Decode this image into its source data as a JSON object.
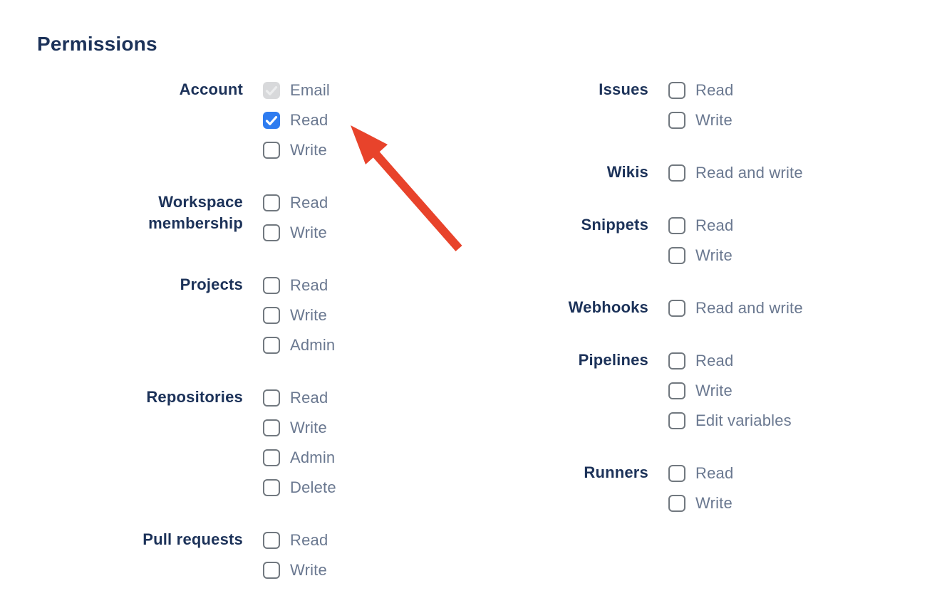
{
  "heading": "Permissions",
  "colors": {
    "heading": "#1C3259",
    "group_label": "#1C3259",
    "option_label": "#6A7890",
    "checkbox_border": "#71787F",
    "checkbox_checked_bg": "#2E7CF0",
    "checkbox_checked_check": "#FFFFFF",
    "checkbox_disabled_bg": "#D8D9DB",
    "checkbox_disabled_check": "#ECEDEE",
    "arrow": "#E8432B",
    "background": "#FFFFFF"
  },
  "columns": [
    {
      "groups": [
        {
          "label": "Account",
          "options": [
            {
              "label": "Email",
              "state": "checked-disabled"
            },
            {
              "label": "Read",
              "state": "checked"
            },
            {
              "label": "Write",
              "state": "unchecked"
            }
          ]
        },
        {
          "label": "Workspace membership",
          "options": [
            {
              "label": "Read",
              "state": "unchecked"
            },
            {
              "label": "Write",
              "state": "unchecked"
            }
          ]
        },
        {
          "label": "Projects",
          "options": [
            {
              "label": "Read",
              "state": "unchecked"
            },
            {
              "label": "Write",
              "state": "unchecked"
            },
            {
              "label": "Admin",
              "state": "unchecked"
            }
          ]
        },
        {
          "label": "Repositories",
          "options": [
            {
              "label": "Read",
              "state": "unchecked"
            },
            {
              "label": "Write",
              "state": "unchecked"
            },
            {
              "label": "Admin",
              "state": "unchecked"
            },
            {
              "label": "Delete",
              "state": "unchecked"
            }
          ]
        },
        {
          "label": "Pull requests",
          "options": [
            {
              "label": "Read",
              "state": "unchecked"
            },
            {
              "label": "Write",
              "state": "unchecked"
            }
          ]
        }
      ]
    },
    {
      "groups": [
        {
          "label": "Issues",
          "options": [
            {
              "label": "Read",
              "state": "unchecked"
            },
            {
              "label": "Write",
              "state": "unchecked"
            }
          ]
        },
        {
          "label": "Wikis",
          "options": [
            {
              "label": "Read and write",
              "state": "unchecked"
            }
          ]
        },
        {
          "label": "Snippets",
          "options": [
            {
              "label": "Read",
              "state": "unchecked"
            },
            {
              "label": "Write",
              "state": "unchecked"
            }
          ]
        },
        {
          "label": "Webhooks",
          "options": [
            {
              "label": "Read and write",
              "state": "unchecked"
            }
          ]
        },
        {
          "label": "Pipelines",
          "options": [
            {
              "label": "Read",
              "state": "unchecked"
            },
            {
              "label": "Write",
              "state": "unchecked"
            },
            {
              "label": "Edit variables",
              "state": "unchecked"
            }
          ]
        },
        {
          "label": "Runners",
          "options": [
            {
              "label": "Read",
              "state": "unchecked"
            },
            {
              "label": "Write",
              "state": "unchecked"
            }
          ]
        }
      ]
    }
  ],
  "annotation": {
    "type": "arrow",
    "color": "#E8432B",
    "target": "account-read-checkbox"
  }
}
